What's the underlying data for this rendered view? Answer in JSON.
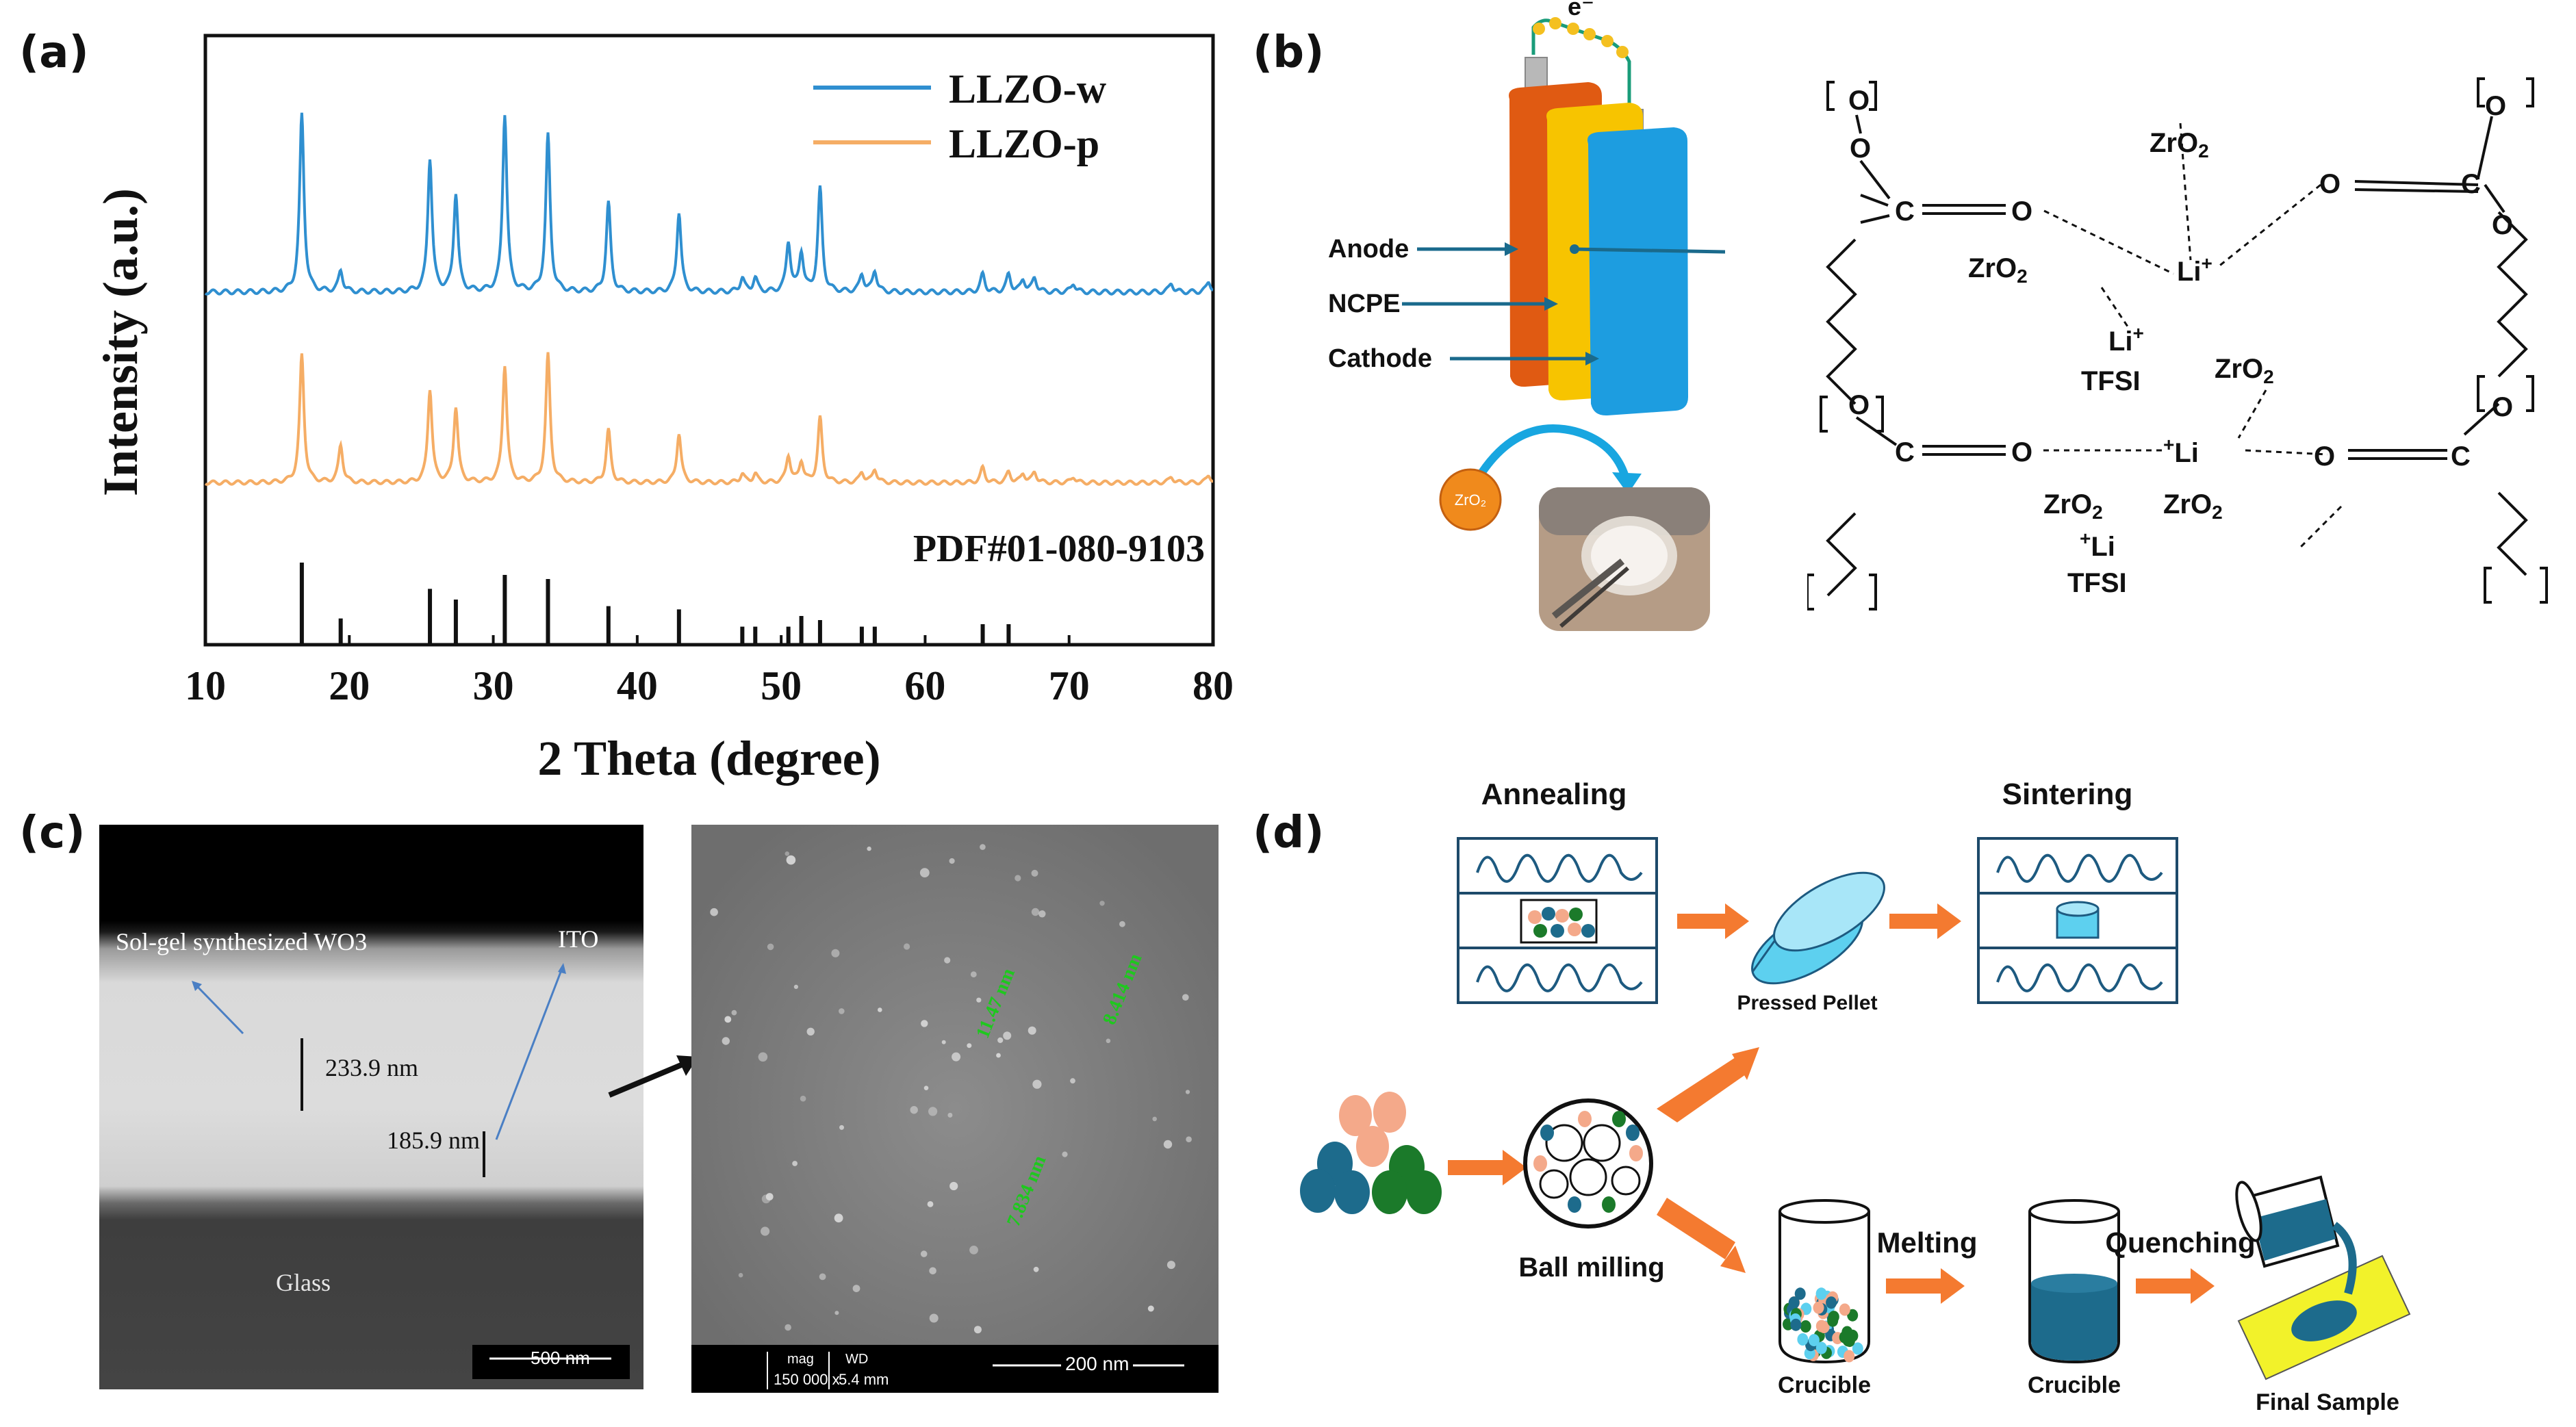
{
  "panel_labels": {
    "a": "(a)",
    "b": "(b)",
    "c": "(c)",
    "d": "(d)"
  },
  "panel_a": {
    "chart_data": {
      "type": "line",
      "title": "",
      "xlabel": "2 Theta (degree)",
      "ylabel": "Intensity (a.u.)",
      "xlim": [
        10,
        80
      ],
      "xticks": [
        10,
        20,
        30,
        40,
        50,
        60,
        70,
        80
      ],
      "yticks_shown": false,
      "legend_position": "top-right",
      "reference_label": "PDF#01-080-9103",
      "series": [
        {
          "name": "LLZO-w",
          "color": "#2f8fd0",
          "peaks": [
            [
              16.7,
              100
            ],
            [
              19.4,
              12
            ],
            [
              25.6,
              75
            ],
            [
              27.4,
              55
            ],
            [
              30.8,
              100
            ],
            [
              33.8,
              88
            ],
            [
              38.0,
              50
            ],
            [
              42.9,
              45
            ],
            [
              47.3,
              8
            ],
            [
              48.2,
              8
            ],
            [
              50.5,
              28
            ],
            [
              51.4,
              22
            ],
            [
              52.7,
              58
            ],
            [
              55.6,
              10
            ],
            [
              56.5,
              12
            ],
            [
              64.0,
              10
            ],
            [
              65.8,
              10
            ],
            [
              66.8,
              7
            ],
            [
              67.6,
              8
            ],
            [
              70.3,
              5
            ],
            [
              77.1,
              5
            ],
            [
              79.7,
              6
            ]
          ]
        },
        {
          "name": "LLZO-p",
          "color": "#f5ad65",
          "peaks": [
            [
              16.7,
              85
            ],
            [
              19.4,
              25
            ],
            [
              25.6,
              62
            ],
            [
              27.4,
              50
            ],
            [
              30.8,
              78
            ],
            [
              33.8,
              85
            ],
            [
              38.0,
              35
            ],
            [
              42.9,
              33
            ],
            [
              47.3,
              6
            ],
            [
              48.2,
              6
            ],
            [
              50.5,
              18
            ],
            [
              51.4,
              14
            ],
            [
              52.7,
              43
            ],
            [
              55.6,
              7
            ],
            [
              56.5,
              9
            ],
            [
              64.0,
              10
            ],
            [
              65.8,
              7
            ],
            [
              66.8,
              6
            ],
            [
              67.6,
              7
            ],
            [
              70.3,
              4
            ],
            [
              77.1,
              4
            ],
            [
              79.7,
              5
            ]
          ]
        }
      ],
      "reference_sticks": [
        [
          16.7,
          100
        ],
        [
          19.4,
          32
        ],
        [
          25.6,
          68
        ],
        [
          27.4,
          55
        ],
        [
          30.8,
          85
        ],
        [
          33.8,
          80
        ],
        [
          38.0,
          47
        ],
        [
          42.9,
          43
        ],
        [
          47.3,
          22
        ],
        [
          48.2,
          22
        ],
        [
          50.5,
          22
        ],
        [
          51.4,
          35
        ],
        [
          52.7,
          30
        ],
        [
          55.6,
          22
        ],
        [
          56.5,
          22
        ],
        [
          64.0,
          25
        ],
        [
          65.8,
          25
        ]
      ]
    }
  },
  "panel_b": {
    "electron_label": "e⁻",
    "labels": {
      "anode": "Anode",
      "ncpe": "NCPE",
      "cathode": "Cathode"
    },
    "zro2_bubble": "ZrO₂",
    "colors": {
      "anode": "#e05a12",
      "ncpe": "#f7c400",
      "cathode": "#1d9de0",
      "arrow": "#1a6a8c"
    },
    "structure": {
      "o": "O",
      "c": "C",
      "li": "Li",
      "plus": "+",
      "zr": "ZrO",
      "sub2": "2",
      "tfsi": "TFSI"
    }
  },
  "panel_c": {
    "left": {
      "layer1": "Sol-gel synthesized WO3",
      "layer2": "ITO",
      "thick1": "233.9 nm",
      "thick2": "185.9 nm",
      "substrate": "Glass",
      "scalebar": "500 nm"
    },
    "right": {
      "measurements": [
        "11.47 nm",
        "8.414 nm",
        "7.834 nm"
      ],
      "info_mag_label": "mag",
      "info_mag_value": "150 000 x",
      "info_wd_label": "WD",
      "info_wd_value": "5.4 mm",
      "scalebar": "200 nm"
    }
  },
  "panel_d": {
    "annealing": "Annealing",
    "sintering": "Sintering",
    "pressed_pellet": "Pressed Pellet",
    "ball_milling": "Ball milling",
    "crucible1": "Crucible",
    "melting": "Melting",
    "crucible2": "Crucible",
    "quenching": "Quenching",
    "final_sample": "Final Sample",
    "colors": {
      "arrow": "#f47a30",
      "teal": "#1d6b8c",
      "green": "#1b7a2a",
      "peach": "#f4a98a",
      "cyan": "#5dd0ef",
      "yellow": "#f2f22a"
    }
  }
}
